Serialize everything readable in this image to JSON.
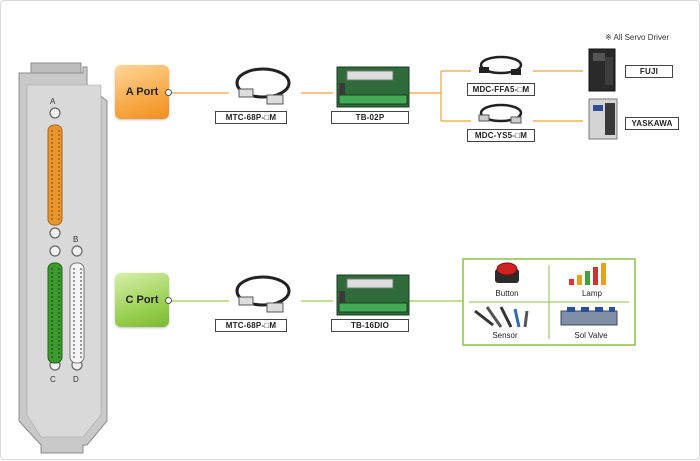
{
  "note": "※ All Servo Driver",
  "bracket": {
    "letters": [
      "A",
      "B",
      "C",
      "D"
    ]
  },
  "ports": {
    "a": {
      "label": "A Port",
      "color": "#f6a23a"
    },
    "c": {
      "label": "C Port",
      "color": "#93cc4a"
    }
  },
  "a_row": {
    "cable_label": "MTC-68P-□M",
    "terminal_label": "TB-02P",
    "servo_cable_1": "MDC-FFA5-□M",
    "servo_cable_2": "MDC-YS5-□M",
    "driver_1": "FUJI",
    "driver_2": "YASKAWA"
  },
  "c_row": {
    "cable_label": "MTC-68P-□M",
    "terminal_label": "TB-16DIO",
    "devices": [
      "Button",
      "Lamp",
      "Sensor",
      "Sol Valve"
    ]
  },
  "colors": {
    "line_orange": "#f0a040",
    "line_green": "#9ccb5a",
    "box_green": "#8dc04a",
    "connector_orange": "#e8952e",
    "connector_green": "#3e9a2e"
  }
}
